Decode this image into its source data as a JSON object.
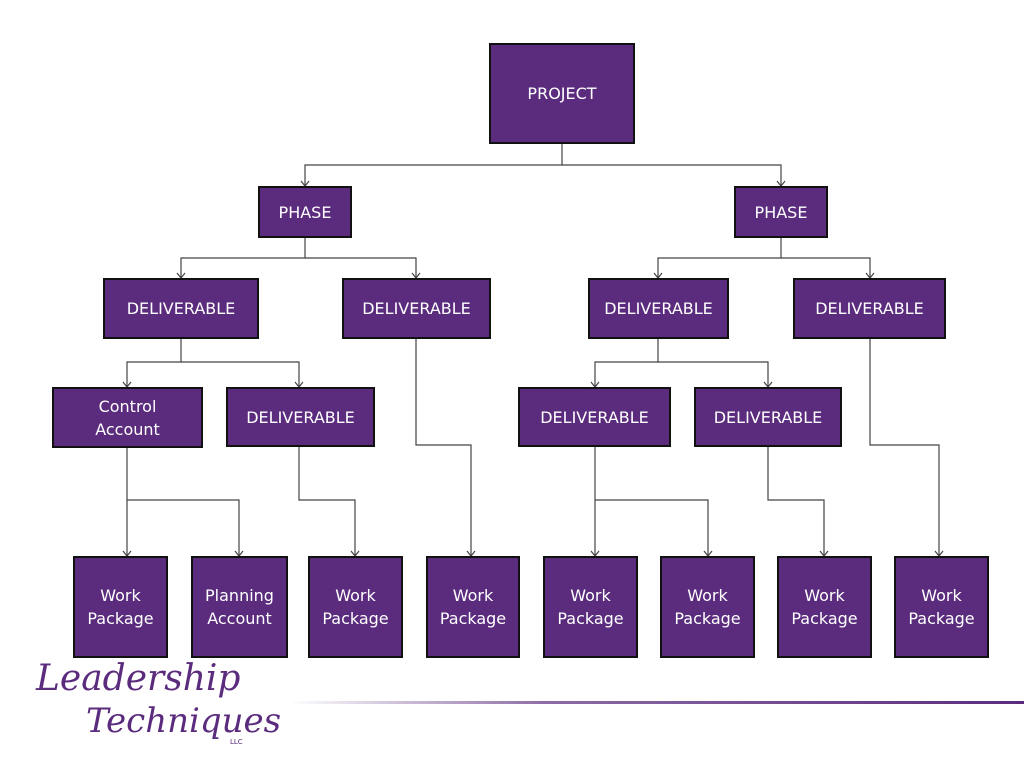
{
  "nodes": {
    "project": "PROJECT",
    "phase_left": "PHASE",
    "phase_right": "PHASE",
    "deliv_l1": "DELIVERABLE",
    "deliv_l2": "DELIVERABLE",
    "deliv_r1": "DELIVERABLE",
    "deliv_r2": "DELIVERABLE",
    "control_account": "Control Account",
    "deliv_l1b": "DELIVERABLE",
    "deliv_r1a": "DELIVERABLE",
    "deliv_r1b": "DELIVERABLE",
    "wp1": "Work Package",
    "planning_account": "Planning Account",
    "wp3": "Work Package",
    "wp4": "Work Package",
    "wp5": "Work Package",
    "wp6": "Work Package",
    "wp7": "Work Package",
    "wp8": "Work Package"
  },
  "logo": {
    "line1": "Leadership",
    "line2": "Techniques",
    "suffix": "LLC"
  },
  "colors": {
    "box_fill": "#5b2c7e",
    "box_border": "#111111",
    "connector": "#444444",
    "accent_line": "#5b2c7e"
  }
}
